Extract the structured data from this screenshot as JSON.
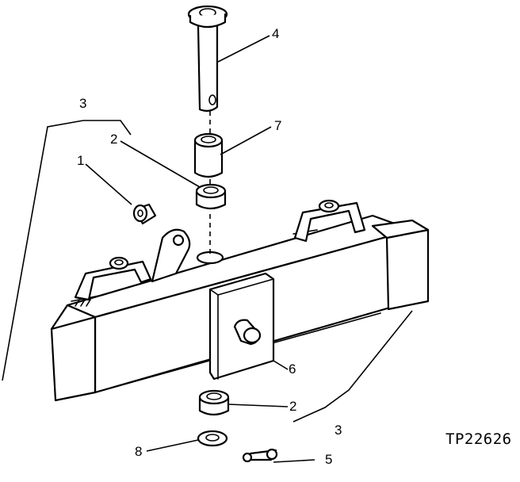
{
  "figure_id": "TP22626",
  "callouts": [
    "1",
    "2",
    "2",
    "3",
    "3",
    "4",
    "5",
    "6",
    "7",
    "8"
  ]
}
